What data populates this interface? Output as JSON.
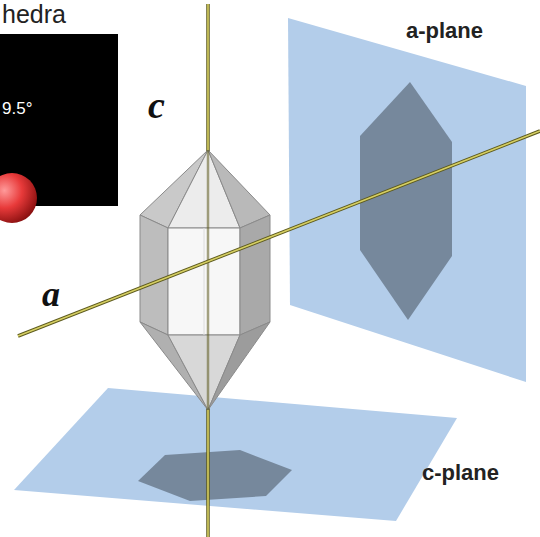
{
  "diagram": {
    "labels": [
      "hedra",
      "9.5°",
      "c",
      "a",
      "a-plane",
      "c-plane"
    ]
  }
}
